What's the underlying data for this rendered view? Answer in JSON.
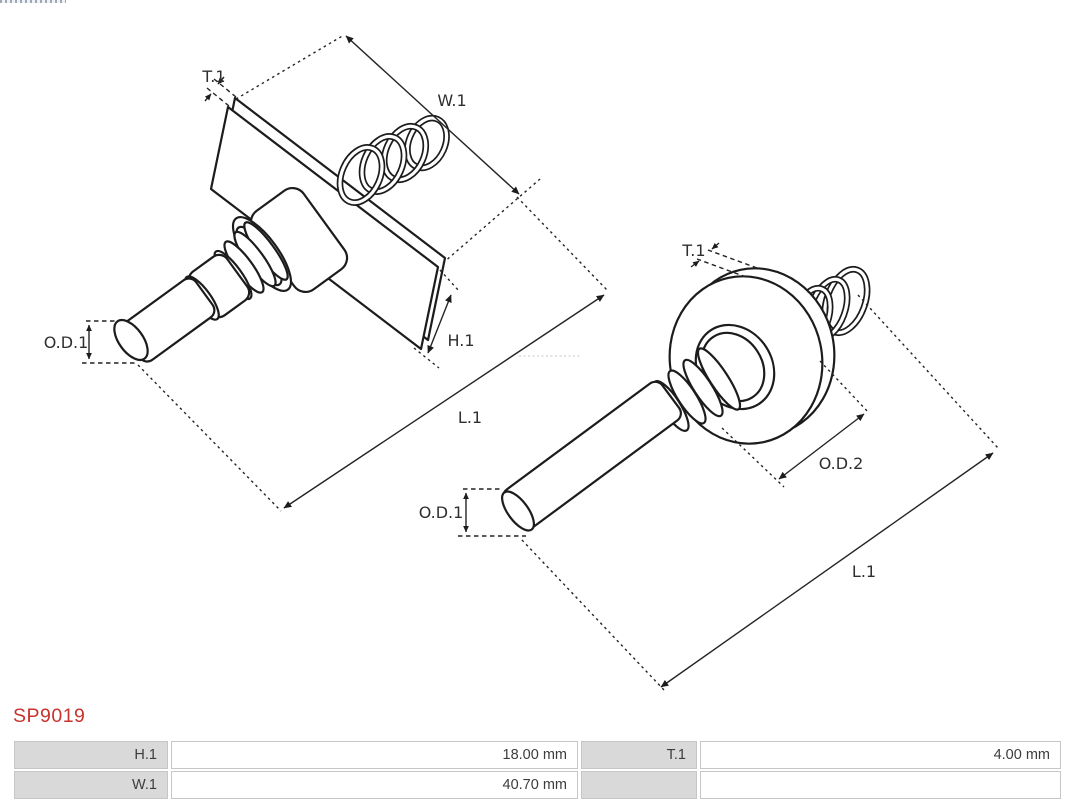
{
  "part_number": {
    "text": "SP9019",
    "color": "#c9332e"
  },
  "drawing": {
    "stroke_color": "#1c1c1c",
    "left_view": {
      "labels": {
        "t1": "T.1",
        "w1": "W.1",
        "h1": "H.1",
        "l1": "L.1",
        "od1": "O.D.1"
      }
    },
    "right_view": {
      "labels": {
        "t1": "T.1",
        "od2": "O.D.2",
        "od1": "O.D.1",
        "l1": "L.1"
      }
    }
  },
  "spec_table": {
    "header_bg": "#d9d9d9",
    "border_color": "#c6c6c6",
    "rows": [
      {
        "cells": [
          {
            "label": "H.1",
            "value": "18.00 mm"
          },
          {
            "label": "T.1",
            "value": "4.00 mm"
          }
        ]
      },
      {
        "cells": [
          {
            "label": "W.1",
            "value": "40.70 mm"
          },
          {
            "label": "",
            "value": ""
          }
        ]
      }
    ]
  }
}
